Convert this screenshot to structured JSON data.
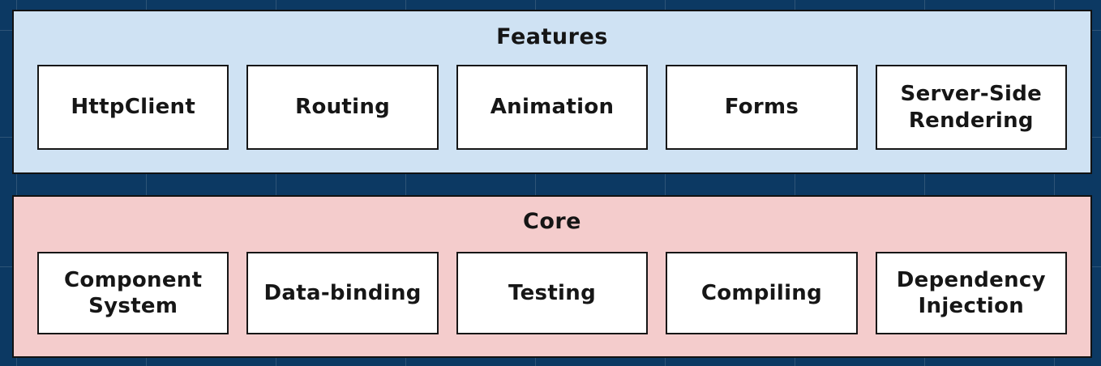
{
  "diagram": {
    "background_color": "#0c3963",
    "grid_line_color": "#2e5477",
    "sections": [
      {
        "title": "Features",
        "background_color": "#cfe2f3",
        "items": [
          {
            "label": "HttpClient"
          },
          {
            "label": "Routing"
          },
          {
            "label": "Animation"
          },
          {
            "label": "Forms"
          },
          {
            "label": "Server-Side Rendering"
          }
        ]
      },
      {
        "title": "Core",
        "background_color": "#f4cccc",
        "items": [
          {
            "label": "Component System"
          },
          {
            "label": "Data-binding"
          },
          {
            "label": "Testing"
          },
          {
            "label": "Compiling"
          },
          {
            "label": "Dependency Injection"
          }
        ]
      }
    ]
  }
}
